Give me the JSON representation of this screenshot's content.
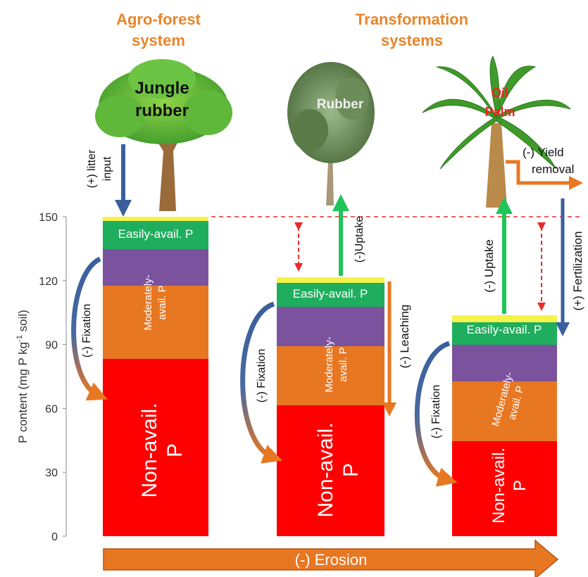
{
  "titles": {
    "agro_forest": [
      "Agro-forest",
      "system"
    ],
    "transformation": [
      "Transformation",
      "systems"
    ]
  },
  "trees": {
    "jungle_rubber": [
      "Jungle",
      "rubber"
    ],
    "rubber": "Rubber",
    "oil_palm": [
      "Oil",
      "Palm"
    ]
  },
  "y_axis": {
    "label": "P content (mg P kg-1 soil)",
    "label_prefix": "P content (mg P kg",
    "label_sup": "-1",
    "label_suffix": " soil)",
    "ticks": [
      "0",
      "30",
      "60",
      "90",
      "120",
      "150"
    ]
  },
  "pools": {
    "easily": "Easily-avail. P",
    "moderately": [
      "Moderately-",
      "avail. P"
    ],
    "non_avail": [
      "Non-avail.",
      "P"
    ]
  },
  "processes": {
    "litter_input": [
      "(+) litter",
      "input"
    ],
    "fixation": "(-) Fixation",
    "uptake_rubber": "(-)Uptake",
    "leaching": "(-) Leaching",
    "uptake_palm": "(-) Uptake",
    "yield_removal": [
      "(-) Yield",
      "removal"
    ],
    "fertilization": "(+) Fertilization",
    "erosion": "(-) Erosion"
  },
  "colors": {
    "title_orange": "#e8852a",
    "non_avail": "#ff0000",
    "moderately_lower": "#e87722",
    "moderately_upper": "#7b529e",
    "easily": "#1fae5e",
    "top_band": "#f5f24a",
    "fixation_arrow": "#3a5f9e",
    "uptake_arrow": "#1fc45a",
    "leaching_arrow": "#e87722",
    "fertilization_arrow": "#3a5f9e",
    "erosion_arrow": "#e87722",
    "dashed_line": "#ee2a2a"
  }
}
